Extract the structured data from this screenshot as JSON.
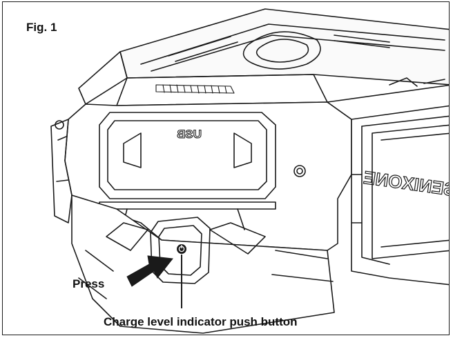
{
  "figure": {
    "title": "Fig. 1"
  },
  "callouts": {
    "press": "Press",
    "button": "Charge level indicator push button"
  },
  "battery": {
    "port_marking": "USB",
    "brand_marking": "SENIXONE"
  },
  "colors": {
    "ink": "#111111",
    "arrow": "#1a1a1a",
    "paper": "#ffffff"
  },
  "icons": {
    "power_symbol": "power-icon",
    "press_arrow": "arrow-right-icon"
  }
}
